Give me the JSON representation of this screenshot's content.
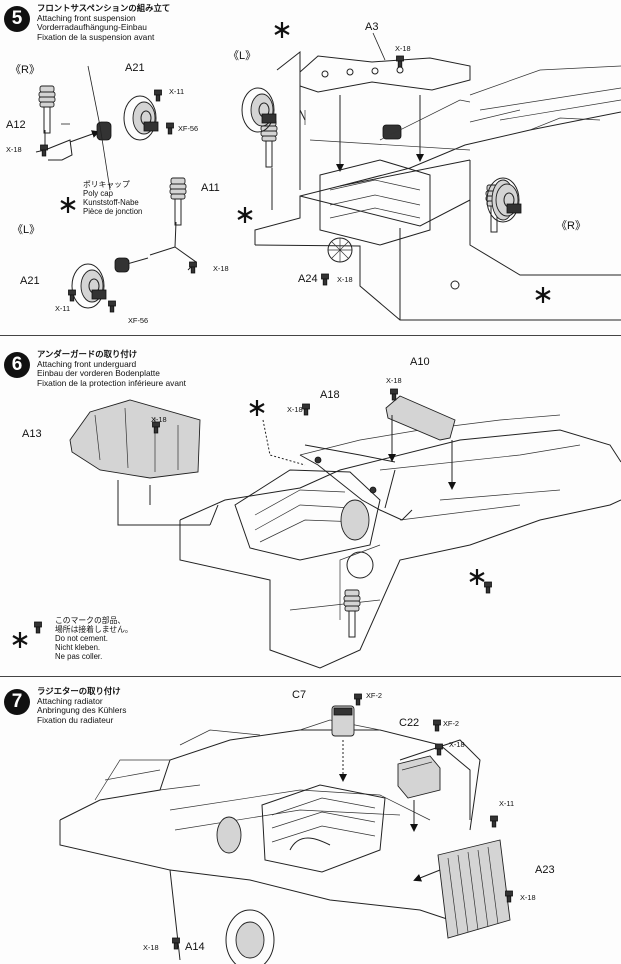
{
  "steps": [
    {
      "number": "5",
      "title_jp": "フロントサスペンションの組み立て",
      "title_en": "Attaching front suspension",
      "title_de": "Vorderradaufhängung-Einbau",
      "title_fr": "Fixation de la suspension avant",
      "labels": {
        "r_left": "《R》",
        "a21_top": "A21",
        "x11_top": "X-11",
        "a12": "A12",
        "xf56_top": "XF-56",
        "x18_left": "X-18",
        "polycap_jp": "ポリキャップ",
        "polycap_en": "Poly cap",
        "polycap_de": "Kunststoff-Nabe",
        "polycap_fr": "Pièce de jonction",
        "a11": "A11",
        "l_left": "《L》",
        "a21_bottom": "A21",
        "x18_mid": "X-18",
        "x11_bottom": "X-11",
        "xf56_bottom": "XF-56",
        "l_right": "《L》",
        "a3": "A3",
        "x18_a3": "X-18",
        "a24": "A24",
        "x18_a24": "X-18",
        "r_right": "《R》"
      }
    },
    {
      "number": "6",
      "title_jp": "アンダーガードの取り付け",
      "title_en": "Attaching front underguard",
      "title_de": "Einbau der vorderen Bodenplatte",
      "title_fr": "Fixation de la protection inférieure avant",
      "labels": {
        "a10": "A10",
        "x18_a10": "X-18",
        "a18": "A18",
        "x18_a18": "X-18",
        "a13": "A13",
        "x18_a13": "X-18"
      },
      "note": {
        "jp1": "このマークの部品、",
        "jp2": "場所は接着しません。",
        "en": "Do not cement.",
        "de": "Nicht kleben.",
        "fr": "Ne pas coller."
      }
    },
    {
      "number": "7",
      "title_jp": "ラジエターの取り付け",
      "title_en": "Attaching radiator",
      "title_de": "Anbringung des Kühlers",
      "title_fr": "Fixation du radiateur",
      "labels": {
        "c7": "C7",
        "xf2_c7": "XF-2",
        "c22": "C22",
        "xf2_c22": "XF-2",
        "x18_c22": "X-18",
        "x11_a23": "X-11",
        "a23": "A23",
        "x18_a23": "X-18",
        "x18_a14": "X-18",
        "a14": "A14"
      }
    }
  ]
}
